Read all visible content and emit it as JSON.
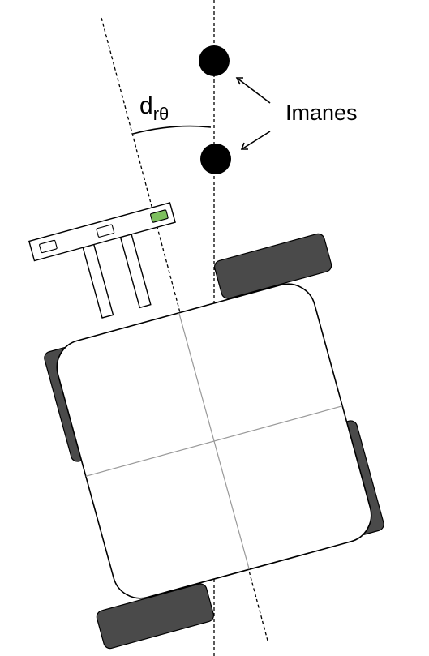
{
  "diagram": {
    "magnets_label": "Imanes",
    "angle_label_base": "d",
    "angle_label_sub": "rθ",
    "colors": {
      "stroke": "#000000",
      "wheel_fill": "#4a4a4a",
      "magnet_fill": "#000000",
      "sensor_green": "#7dbf5e",
      "cross_lines": "#999999",
      "background": "#ffffff"
    }
  }
}
